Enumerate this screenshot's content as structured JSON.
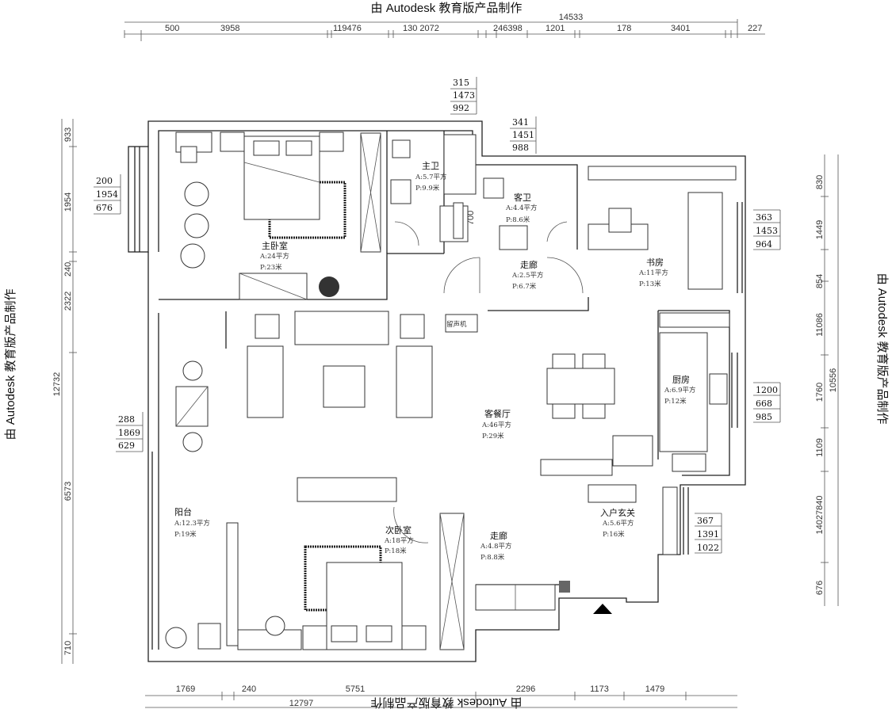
{
  "watermark": "由 Autodesk 教育版产品制作",
  "dimensions": {
    "top_total": "14533",
    "top": [
      "500",
      "3958",
      "119476",
      "130 2072",
      "246398",
      "1201",
      "178",
      "3401",
      "227"
    ],
    "left": [
      "933",
      "1954",
      "240",
      "2322",
      "6573",
      "710"
    ],
    "left_total": "12732",
    "right": [
      "830",
      "1449",
      "854",
      "11086",
      "1760",
      "1109",
      "14027840",
      "676"
    ],
    "right_total": "10556",
    "bottom": [
      "1769",
      "240",
      "5751",
      "2296",
      "1173",
      "1479"
    ],
    "bottom_total": "12797",
    "bath_sink": "700"
  },
  "window_tags": [
    [
      "315",
      "1473",
      "992"
    ],
    [
      "341",
      "1451",
      "988"
    ],
    [
      "200",
      "1954",
      "676"
    ],
    [
      "363",
      "1453",
      "964"
    ],
    [
      "288",
      "1869",
      "629"
    ],
    [
      "1200",
      "668",
      "985"
    ],
    [
      "367",
      "1391",
      "1022"
    ]
  ],
  "rooms": {
    "master_bedroom": {
      "name": "主卧室",
      "area": "A:24平方",
      "perimeter": "P:23米"
    },
    "master_bath": {
      "name": "主卫",
      "area": "A:5.7平方",
      "perimeter": "P:9.9米"
    },
    "guest_bath": {
      "name": "客卫",
      "area": "A:4.4平方",
      "perimeter": "P:8.6米"
    },
    "hall_north": {
      "name": "走廊",
      "area": "A:2.5平方",
      "perimeter": "P:6.7米"
    },
    "study": {
      "name": "书房",
      "area": "A:11平方",
      "perimeter": "P:13米"
    },
    "living_dining": {
      "name": "客餐厅",
      "area": "A:46平方",
      "perimeter": "P:29米"
    },
    "kitchen": {
      "name": "厨房",
      "area": "A:6.9平方",
      "perimeter": "P:12米"
    },
    "balcony": {
      "name": "阳台",
      "area": "A:12.3平方",
      "perimeter": "P:19米"
    },
    "second_bedroom": {
      "name": "次卧室",
      "area": "A:18平方",
      "perimeter": "P:18米"
    },
    "hall_south": {
      "name": "走廊",
      "area": "A:4.8平方",
      "perimeter": "P:8.8米"
    },
    "entry_foyer": {
      "name": "入户玄关",
      "area": "A:5.6平方",
      "perimeter": "P:16米"
    }
  },
  "furniture_labels": {
    "gramophone": "留声机"
  }
}
